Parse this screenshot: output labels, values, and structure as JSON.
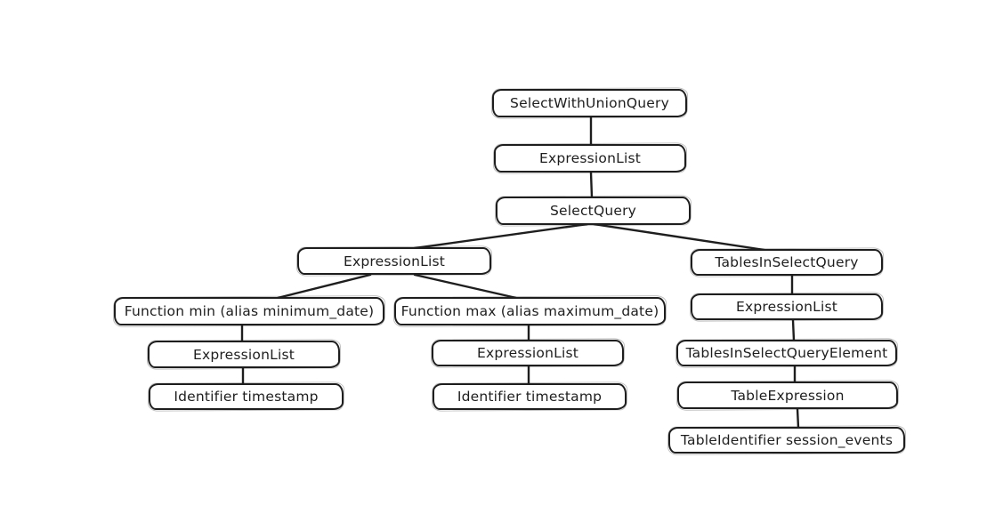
{
  "diagram": {
    "kind": "ast-tree",
    "background_color": "#ffffff",
    "stroke_color": "#1e1e1e",
    "node_fill_color": "#ffffff",
    "nodes": [
      {
        "id": "select-with-union-query",
        "label": "SelectWithUnionQuery"
      },
      {
        "id": "expression-list-root",
        "label": "ExpressionList"
      },
      {
        "id": "select-query",
        "label": "SelectQuery"
      },
      {
        "id": "expression-list-columns",
        "label": "ExpressionList"
      },
      {
        "id": "function-min",
        "label": "Function min (alias minimum_date)"
      },
      {
        "id": "expression-list-min-args",
        "label": "ExpressionList"
      },
      {
        "id": "identifier-timestamp-min",
        "label": "Identifier timestamp"
      },
      {
        "id": "function-max",
        "label": "Function max (alias maximum_date)"
      },
      {
        "id": "expression-list-max-args",
        "label": "ExpressionList"
      },
      {
        "id": "identifier-timestamp-max",
        "label": "Identifier timestamp"
      },
      {
        "id": "tables-in-select-query",
        "label": "TablesInSelectQuery"
      },
      {
        "id": "expression-list-tables",
        "label": "ExpressionList"
      },
      {
        "id": "tables-in-select-query-element",
        "label": "TablesInSelectQueryElement"
      },
      {
        "id": "table-expression",
        "label": "TableExpression"
      },
      {
        "id": "table-identifier",
        "label": "TableIdentifier session_events"
      }
    ],
    "edges": [
      {
        "from": "select-with-union-query",
        "to": "expression-list-root"
      },
      {
        "from": "expression-list-root",
        "to": "select-query"
      },
      {
        "from": "select-query",
        "to": "expression-list-columns"
      },
      {
        "from": "select-query",
        "to": "tables-in-select-query"
      },
      {
        "from": "expression-list-columns",
        "to": "function-min"
      },
      {
        "from": "expression-list-columns",
        "to": "function-max"
      },
      {
        "from": "function-min",
        "to": "expression-list-min-args"
      },
      {
        "from": "expression-list-min-args",
        "to": "identifier-timestamp-min"
      },
      {
        "from": "function-max",
        "to": "expression-list-max-args"
      },
      {
        "from": "expression-list-max-args",
        "to": "identifier-timestamp-max"
      },
      {
        "from": "tables-in-select-query",
        "to": "expression-list-tables"
      },
      {
        "from": "expression-list-tables",
        "to": "tables-in-select-query-element"
      },
      {
        "from": "tables-in-select-query-element",
        "to": "table-expression"
      },
      {
        "from": "table-expression",
        "to": "table-identifier"
      }
    ]
  }
}
